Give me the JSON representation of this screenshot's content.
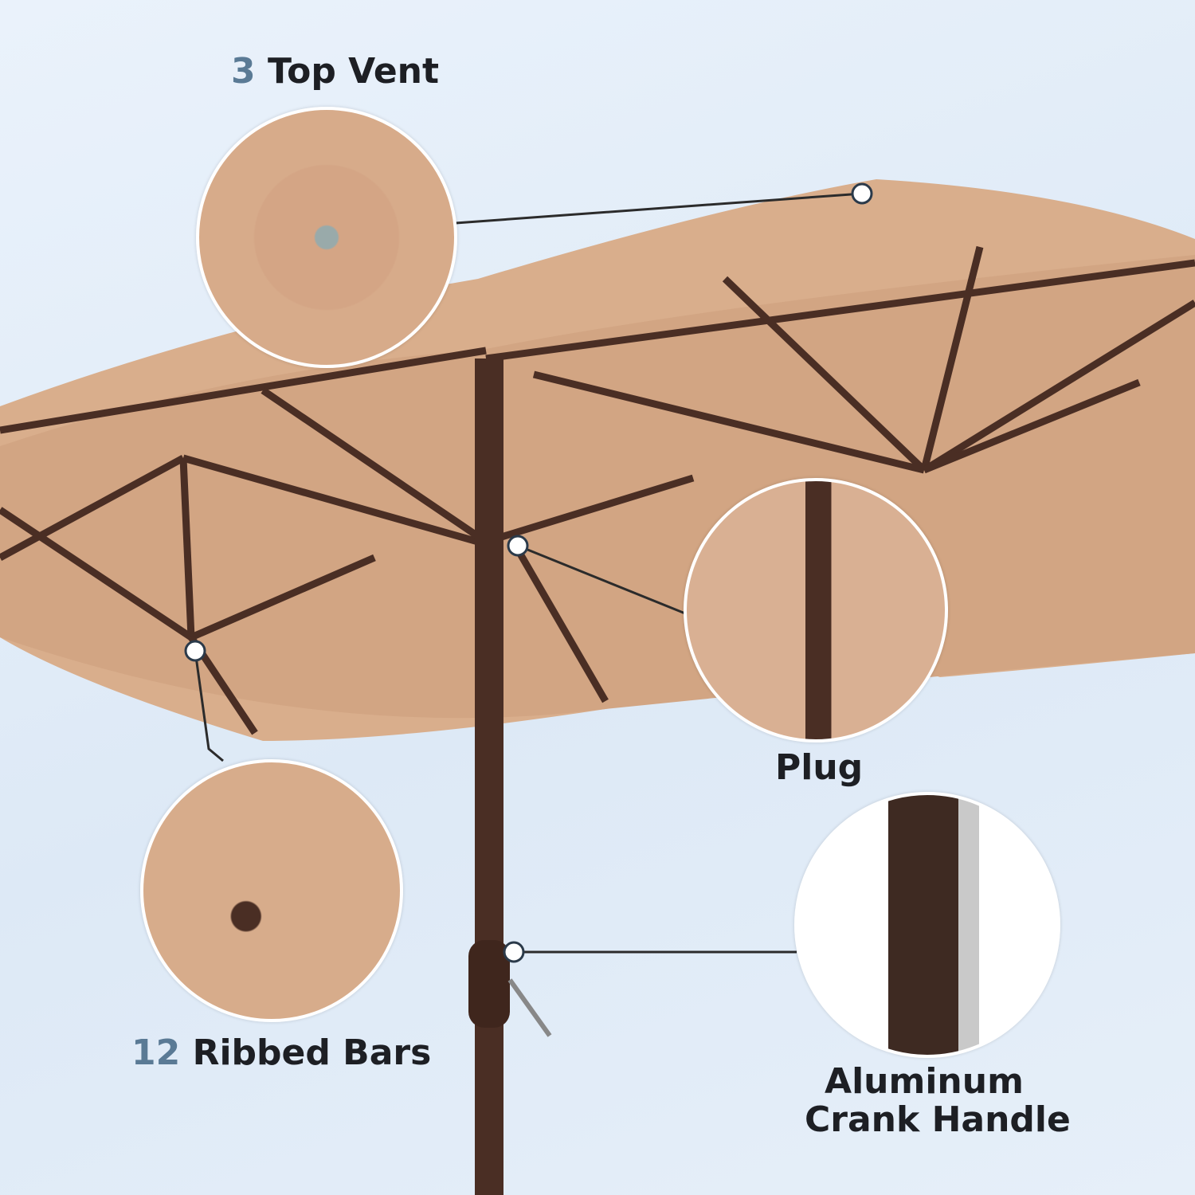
{
  "features": {
    "top_vent": {
      "number": "3",
      "text": "Top Vent"
    },
    "ribbed_bars": {
      "number": "12",
      "text": "Ribbed Bars"
    },
    "plug": {
      "text": "Plug"
    },
    "crank": {
      "line1": "Aluminum",
      "line2": "Crank Handle"
    }
  },
  "colors": {
    "canopy": "#d8ae8c",
    "frame": "#4a2e24",
    "number": "#5a7a95",
    "text": "#1d1f24"
  }
}
